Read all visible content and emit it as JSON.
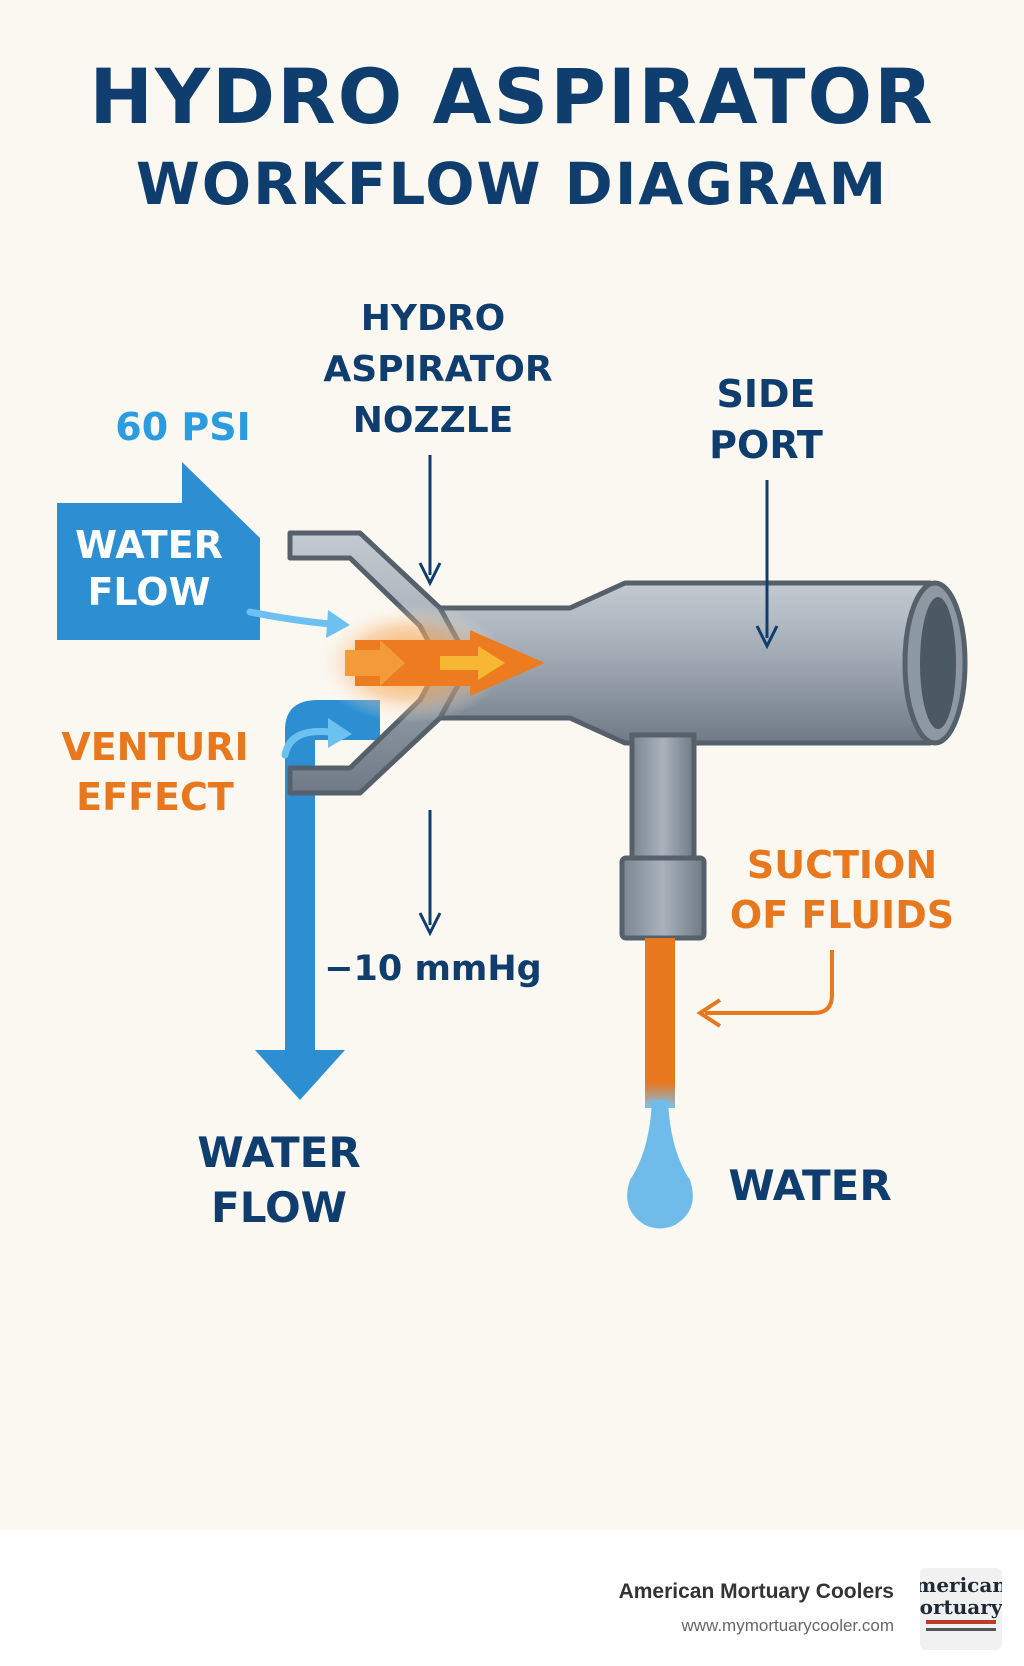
{
  "title": {
    "line1": "HYDRO ASPIRATOR",
    "line2": "WORKFLOW DIAGRAM"
  },
  "labels": {
    "pressure": "60 PSI",
    "inlet_flow": [
      "WATER",
      "FLOW"
    ],
    "nozzle": [
      "HYDRO",
      "ASPIRATOR",
      "NOZZLE"
    ],
    "side_port": [
      "SIDE",
      "PORT"
    ],
    "venturi": [
      "VENTURI",
      "EFFECT"
    ],
    "vacuum": "−10 mmHg",
    "suction": [
      "SUCTION",
      "OF FLUIDS"
    ],
    "outlet_flow": [
      "WATER",
      "FLOW"
    ],
    "water": "WATER"
  },
  "footer": {
    "brand": "American Mortuary Coolers",
    "url": "www.mymortuarycooler.com"
  },
  "colors": {
    "navy": "#0f3e6e",
    "blue": "#2b9ce0",
    "orange": "#e8781e",
    "gray": "#8e98a3",
    "background": "#fbf8f2"
  }
}
